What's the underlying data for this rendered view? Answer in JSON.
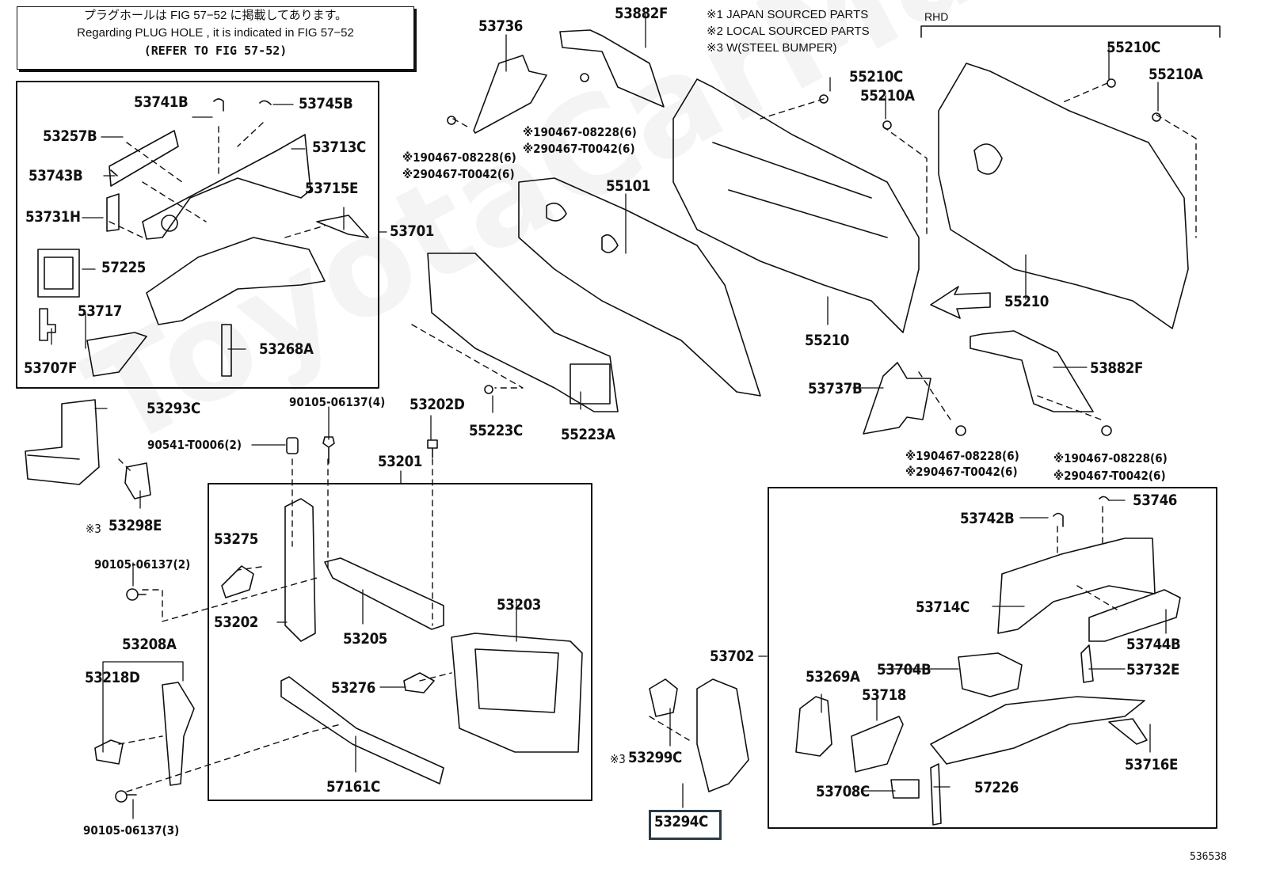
{
  "notice": {
    "line_jp": "プラグホールは FIG  57−52 に掲載してあります。",
    "line_en": "Regarding  PLUG  HOLE , it is indicated in FIG  57−52",
    "line_ref": "(REFER TO FIG 57-52)"
  },
  "legend": [
    "※1 JAPAN SOURCED PARTS",
    "※2 LOCAL SOURCED PARTS",
    "※3 W(STEEL BUMPER)"
  ],
  "rhd_label": "RHD",
  "watermark": "ToyotaCarMarket",
  "figure_number": "536538",
  "highlighted_part": "53294C",
  "parts": {
    "p53736": "53736",
    "p53882F_top": "53882F",
    "p55210C_lhd": "55210C",
    "p55210A_lhd": "55210A",
    "p55210C_rhd": "55210C",
    "p55210A_rhd": "55210A",
    "p55101": "55101",
    "p55210_lhd": "55210",
    "p55210_rhd": "55210",
    "p53737B": "53737B",
    "p53882F_bottom": "53882F",
    "p55223C": "55223C",
    "p55223A": "55223A",
    "p53741B": "53741B",
    "p53745B": "53745B",
    "p53257B": "53257B",
    "p53713C": "53713C",
    "p53743B": "53743B",
    "p53715E": "53715E",
    "p53731H": "53731H",
    "p53701": "53701",
    "p57225": "57225",
    "p53717": "53717",
    "p53707F": "53707F",
    "p53268A": "53268A",
    "p53293C": "53293C",
    "p53298E": "53298E",
    "p53298E_mark": "※3",
    "p53201": "53201",
    "p53202D": "53202D",
    "p53275": "53275",
    "p53202": "53202",
    "p53205": "53205",
    "p53203": "53203",
    "p53276": "53276",
    "p57161C": "57161C",
    "p53208A": "53208A",
    "p53218D": "53218D",
    "p53702": "53702",
    "p53299C": "53299C",
    "p53299C_mark": "※3",
    "p53294C": "53294C",
    "p53742B": "53742B",
    "p53746": "53746",
    "p53714C": "53714C",
    "p53744B": "53744B",
    "p53269A": "53269A",
    "p53704B": "53704B",
    "p53732E": "53732E",
    "p53718": "53718",
    "p53716E": "53716E",
    "p53708C": "53708C",
    "p57226": "57226"
  },
  "fasteners": {
    "f_clip_a1": "※190467-08228(6)",
    "f_clip_a2": "※290467-T0042(6)",
    "f_clip_b1": "※190467-08228(6)",
    "f_clip_b2": "※290467-T0042(6)",
    "f_clip_c1": "※190467-08228(6)",
    "f_clip_c2": "※290467-T0042(6)",
    "f_clip_d1": "※190467-08228(6)",
    "f_clip_d2": "※290467-T0042(6)",
    "f_bolt_4": "90105-06137(4)",
    "f_nut_2": "90541-T0006(2)",
    "f_bolt_2": "90105-06137(2)",
    "f_bolt_3": "90105-06137(3)"
  }
}
